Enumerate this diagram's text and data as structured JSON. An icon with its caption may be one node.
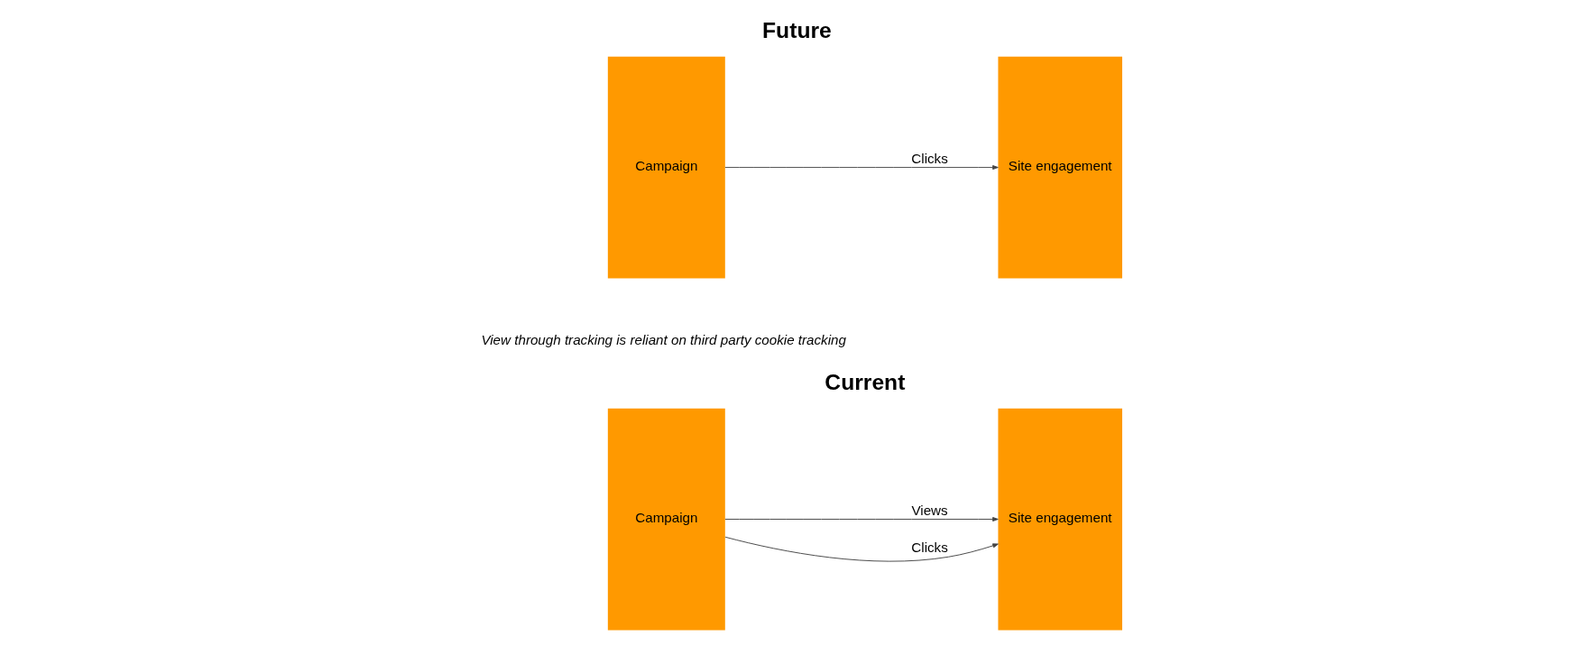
{
  "diagram": {
    "nodes": [
      {
        "text": [
          "Campaign"
        ]
      },
      {
        "text": [
          "Site engagement"
        ]
      },
      {
        "text": [
          "Campaign"
        ]
      },
      {
        "text": [
          "Site engagement"
        ]
      }
    ],
    "edges": [
      {
        "from": 0,
        "to": 1,
        "arrow": "to",
        "label": "Clicks"
      },
      {
        "from": 0,
        "to": 1,
        "arrow": "to",
        "label": "Views"
      },
      {
        "from": 2,
        "to": 3,
        "arrow": "to",
        "label": "Clicks"
      }
    ],
    "labels": [
      "Current",
      "Future",
      "View through tracking is reliant on third party cookie tracking"
    ]
  }
}
